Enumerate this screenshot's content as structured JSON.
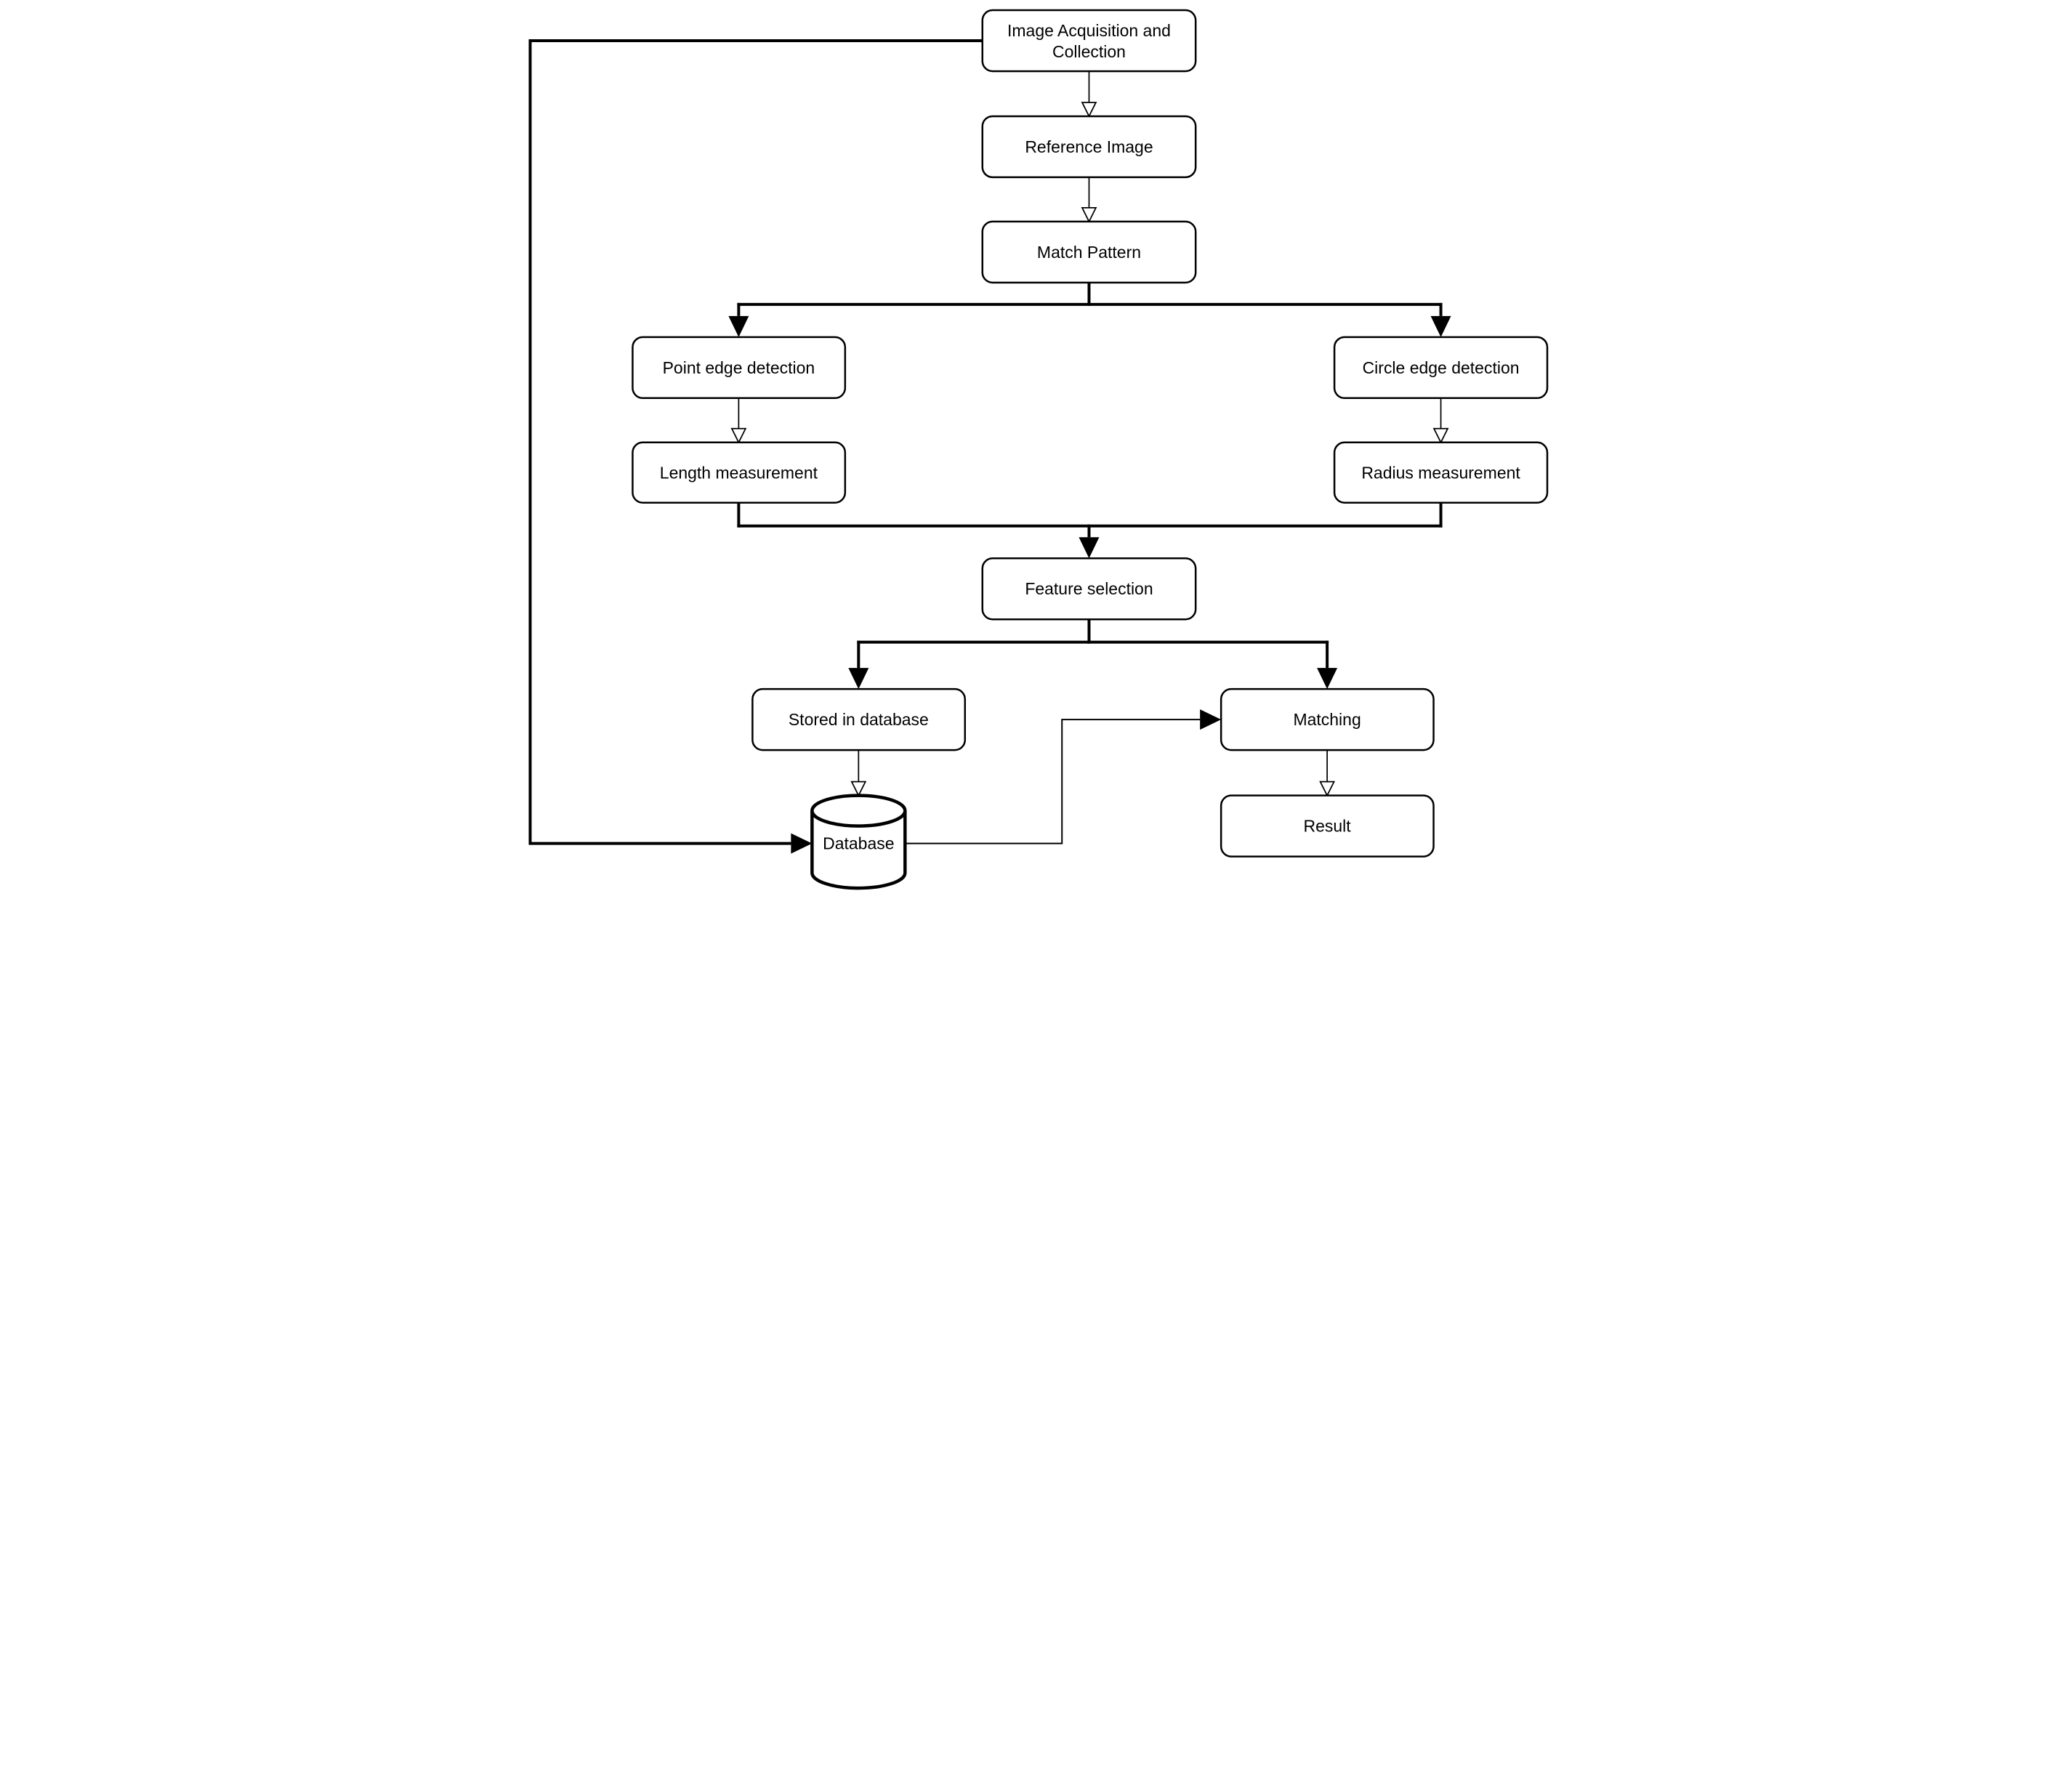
{
  "diagram": {
    "background": "#ffffff",
    "stroke_color": "#000000",
    "box_fill": "#ffffff",
    "nodes": {
      "image_acquisition": {
        "lines": [
          "Image Acquisition and",
          "Collection"
        ],
        "shape": "rounded-rect"
      },
      "reference_image": {
        "label": "Reference Image",
        "shape": "rounded-rect"
      },
      "match_pattern": {
        "label": "Match Pattern",
        "shape": "rounded-rect"
      },
      "point_edge_detection": {
        "label": "Point edge detection",
        "shape": "rounded-rect"
      },
      "circle_edge_detection": {
        "label": "Circle edge detection",
        "shape": "rounded-rect"
      },
      "length_measurement": {
        "label": "Length measurement",
        "shape": "rounded-rect"
      },
      "radius_measurement": {
        "label": "Radius measurement",
        "shape": "rounded-rect"
      },
      "feature_selection": {
        "label": "Feature selection",
        "shape": "rounded-rect"
      },
      "stored_in_database": {
        "label": "Stored in database",
        "shape": "rounded-rect"
      },
      "matching": {
        "label": "Matching",
        "shape": "rounded-rect"
      },
      "result": {
        "label": "Result",
        "shape": "rounded-rect"
      },
      "database": {
        "label": "Database",
        "shape": "cylinder"
      }
    },
    "edges": [
      {
        "from": "image_acquisition",
        "to": "reference_image",
        "line": "thin",
        "arrowhead": "hollow"
      },
      {
        "from": "reference_image",
        "to": "match_pattern",
        "line": "thin",
        "arrowhead": "hollow"
      },
      {
        "from": "match_pattern",
        "to": "point_edge_detection",
        "line": "bold",
        "arrowhead": "filled"
      },
      {
        "from": "match_pattern",
        "to": "circle_edge_detection",
        "line": "bold",
        "arrowhead": "filled"
      },
      {
        "from": "point_edge_detection",
        "to": "length_measurement",
        "line": "thin",
        "arrowhead": "hollow"
      },
      {
        "from": "circle_edge_detection",
        "to": "radius_measurement",
        "line": "thin",
        "arrowhead": "hollow"
      },
      {
        "from": "length_measurement",
        "to": "feature_selection",
        "line": "bold",
        "arrowhead": "filled"
      },
      {
        "from": "radius_measurement",
        "to": "feature_selection",
        "line": "bold",
        "arrowhead": "filled"
      },
      {
        "from": "feature_selection",
        "to": "stored_in_database",
        "line": "bold",
        "arrowhead": "filled"
      },
      {
        "from": "feature_selection",
        "to": "matching",
        "line": "bold",
        "arrowhead": "filled"
      },
      {
        "from": "stored_in_database",
        "to": "database",
        "line": "thin",
        "arrowhead": "hollow"
      },
      {
        "from": "image_acquisition",
        "to": "database",
        "line": "bold",
        "arrowhead": "filled"
      },
      {
        "from": "database",
        "to": "matching",
        "line": "thin",
        "arrowhead": "filled"
      },
      {
        "from": "matching",
        "to": "result",
        "line": "thin",
        "arrowhead": "hollow"
      }
    ]
  }
}
